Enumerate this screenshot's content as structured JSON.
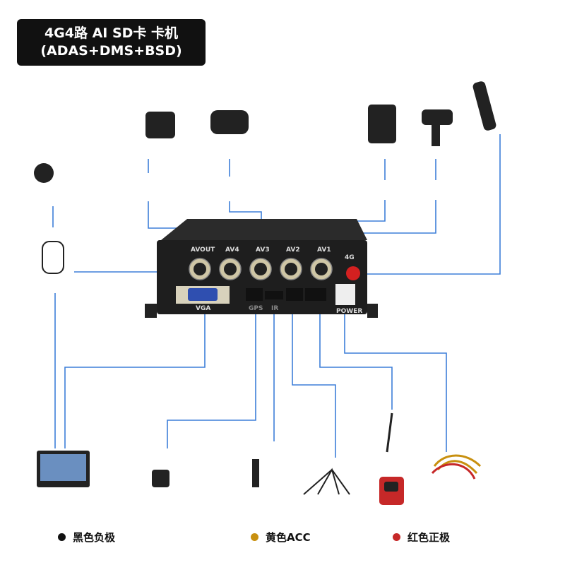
{
  "title": {
    "line1": "4G4路 AI SD卡 卡机",
    "line2": "(ADAS+DMS+BSD)"
  },
  "ports": {
    "avout": "AVOUT",
    "av4": "AV4",
    "av3": "AV3",
    "av2": "AV2",
    "av1": "AV1",
    "g4": "4G",
    "vga": "VGA",
    "gps": "GPS",
    "ir": "IR",
    "power": "POWER"
  },
  "legend": [
    {
      "label": "黑色负极",
      "color": "#111111"
    },
    {
      "label": "黄色ACC",
      "color": "#c8900f"
    },
    {
      "label": "红色正极",
      "color": "#c62828"
    }
  ],
  "colors": {
    "line": "#3d7fd9",
    "device": "#1e1e1e"
  }
}
